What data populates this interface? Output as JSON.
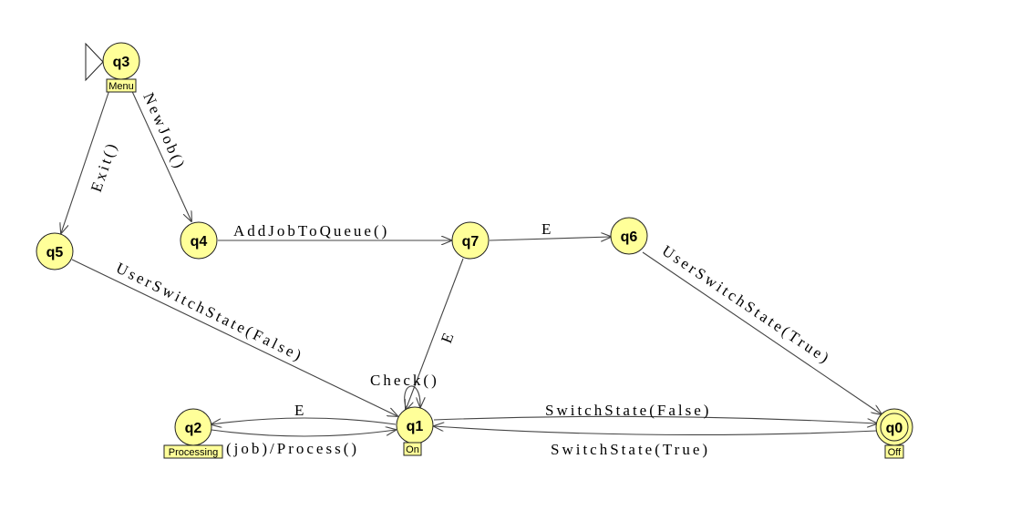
{
  "colors": {
    "state_fill": "#ffff99",
    "stroke": "#222222",
    "edge": "#444444",
    "background": "#ffffff"
  },
  "states": {
    "q0": {
      "name": "q0",
      "tag": "Off"
    },
    "q1": {
      "name": "q1",
      "tag": "On"
    },
    "q2": {
      "name": "q2",
      "tag": "Processing"
    },
    "q3": {
      "name": "q3",
      "tag": "Menu"
    },
    "q4": {
      "name": "q4"
    },
    "q5": {
      "name": "q5"
    },
    "q6": {
      "name": "q6"
    },
    "q7": {
      "name": "q7"
    }
  },
  "transitions": {
    "q3_q5": "Exit()",
    "q3_q4": "NewJob()",
    "q4_q7": "AddJobToQueue()",
    "q7_q6": "E",
    "q7_q1": "E",
    "q5_q1": "UserSwitchState(False)",
    "q6_q0": "UserSwitchState(True)",
    "q1_q1": "Check()",
    "q1_q2": "E",
    "q2_q1": "(job)/Process()",
    "q1_q0": "SwitchState(False)",
    "q0_q1": "SwitchState(True)"
  }
}
